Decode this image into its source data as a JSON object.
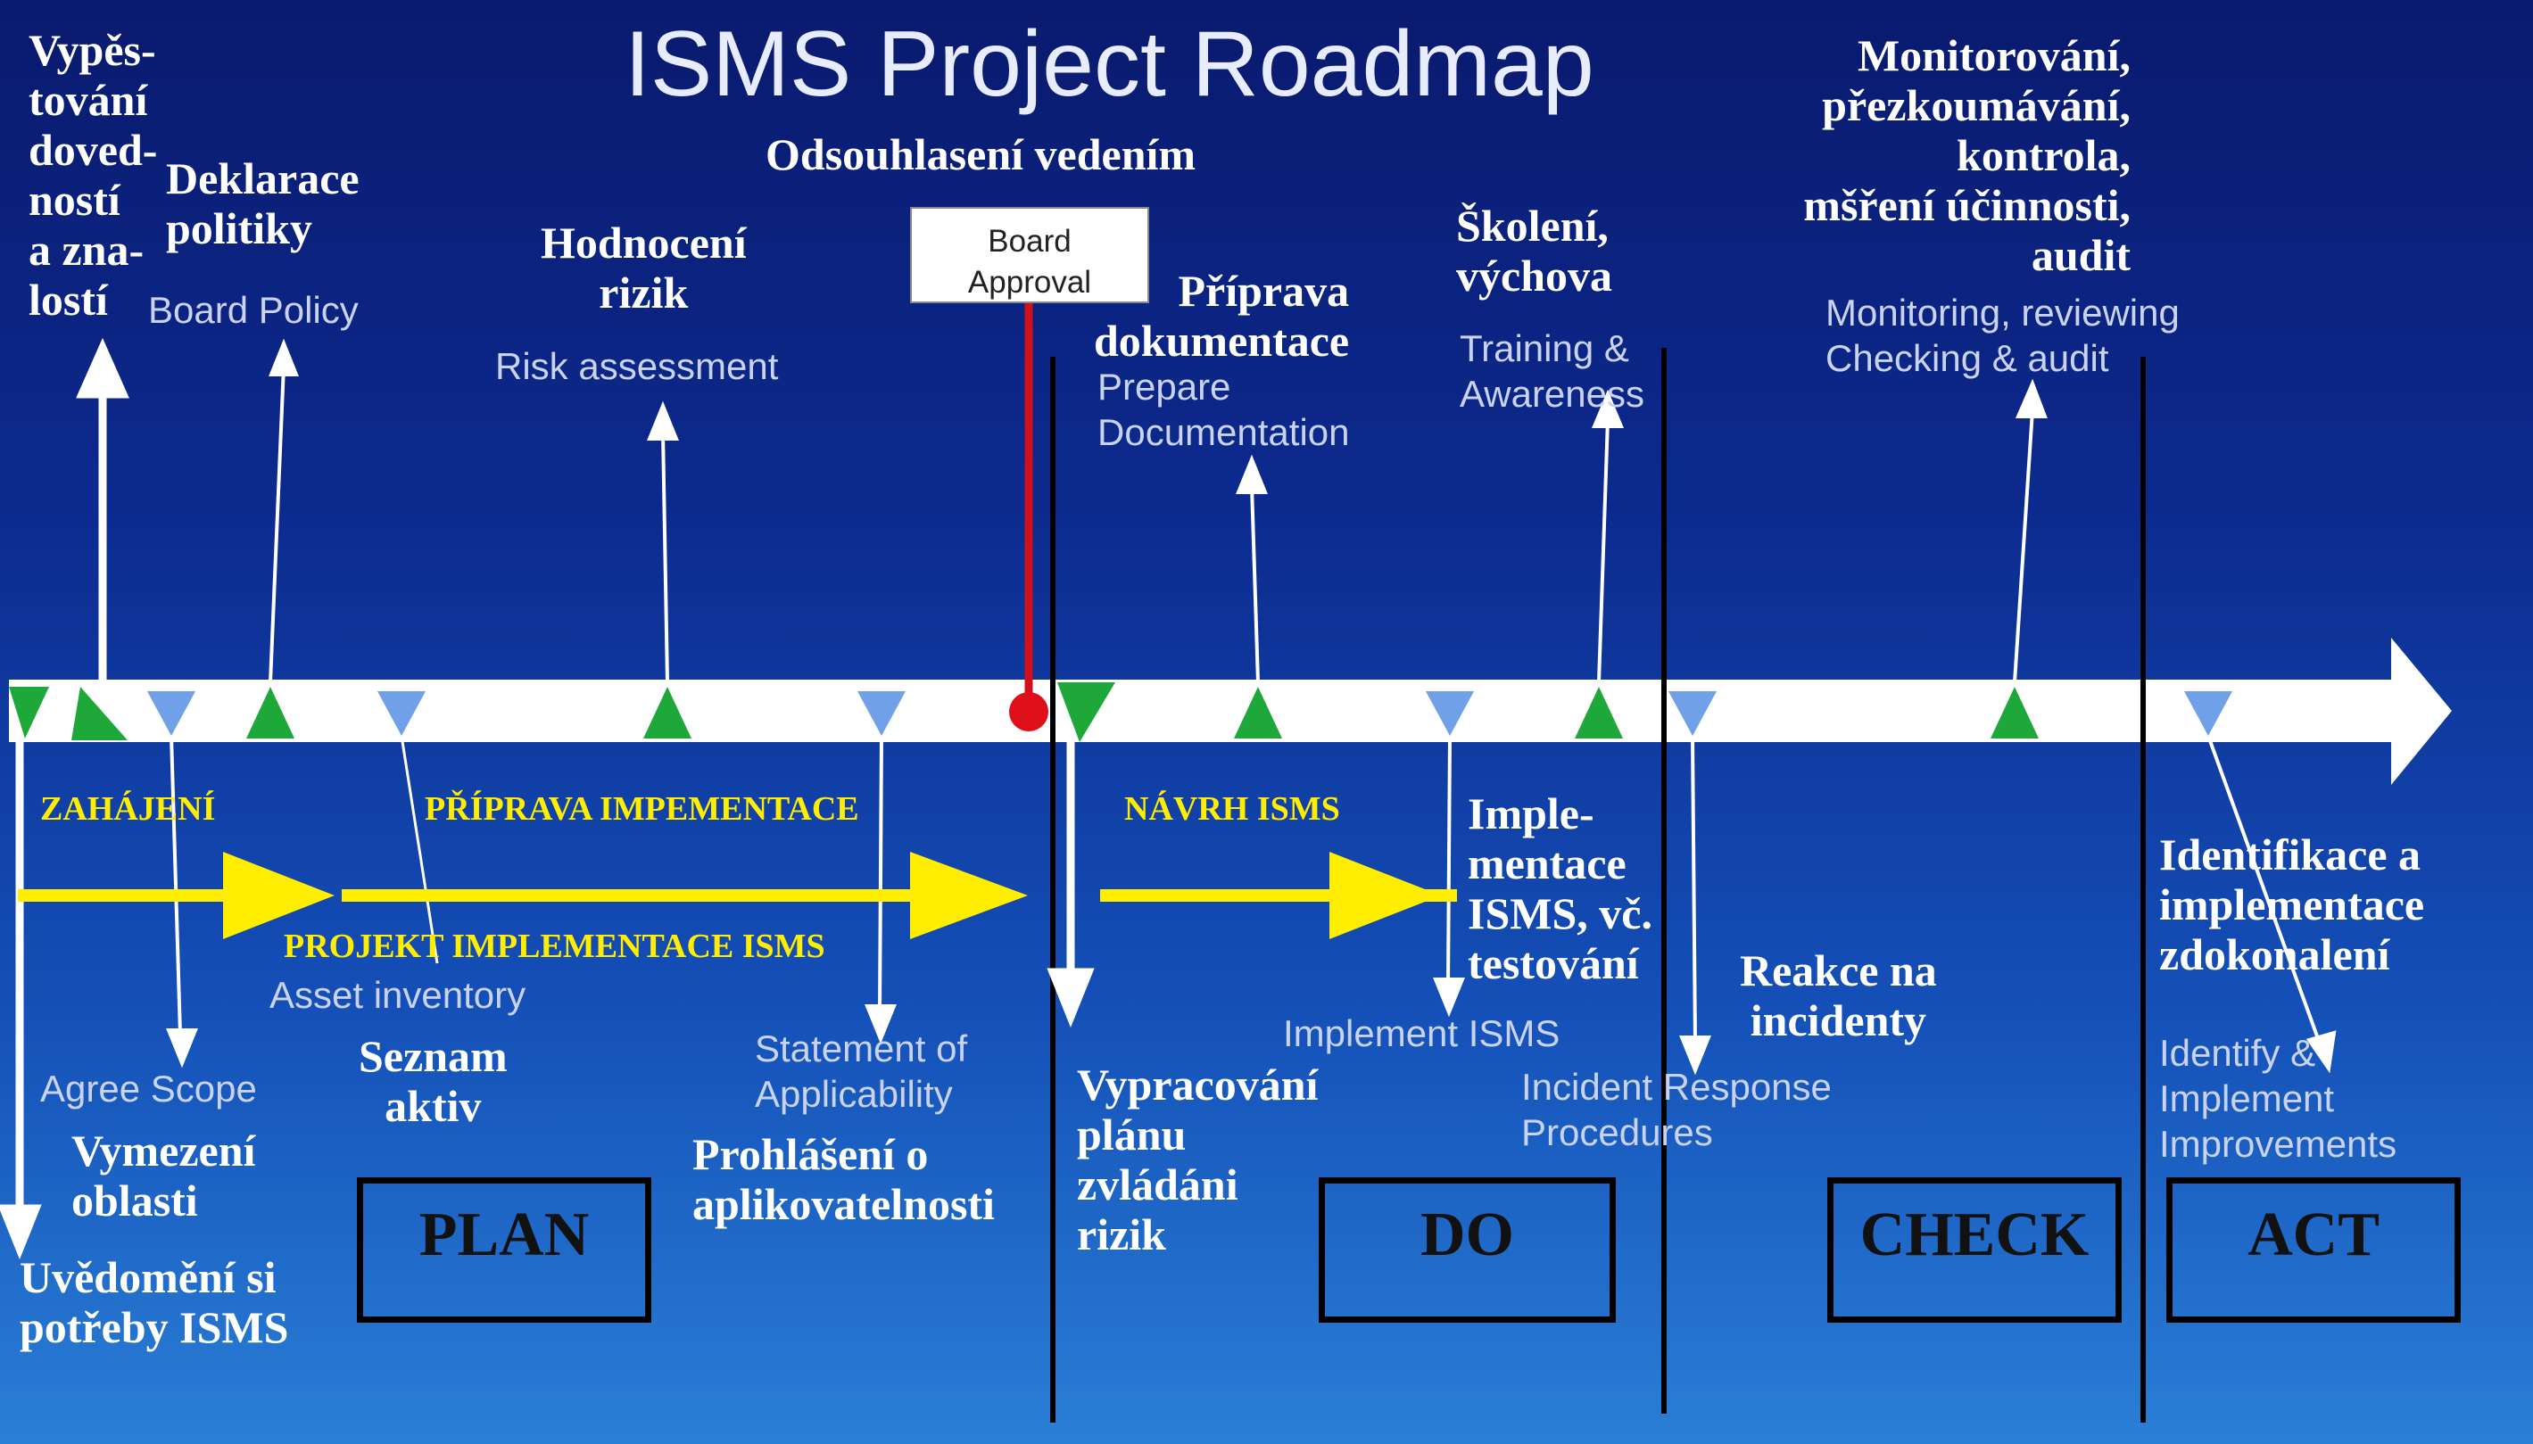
{
  "title": "ISMS Project Roadmap",
  "czech_labels": {
    "vypestovani": "Vypěs-\ntování\ndoved-\nností\na zna-\nlostí",
    "deklarace": "Deklarace\npolitiky",
    "hodnoceni": "Hodnocení\nrizik",
    "odsouhlaseni": "Odsouhlasení vedením",
    "priprava_dok": "Příprava\ndokumentace",
    "skoleni": "Školení,\nvýchova",
    "monitorovani": "Monitorování,\npřezkoumávání,\nkontrola,\nmšření účinnosti,\naudit",
    "implementace": "Imple-\nmentace\nISMS, vč.\ntestování",
    "reakce": "Reakce na\nincidenty",
    "identifikace": "Identifikace a\nimplementace\nzdokonalení",
    "seznam": "Seznam\naktiv",
    "vymezeni": "Vymezení\noblasti",
    "uvedomeni": "Uvědomění si\npotřeby ISMS",
    "prohlaseni": "Prohlášení o\naplikovatelnosti",
    "vypracovani": "Vypracování\nplánu\nzvládáni\nrizik"
  },
  "english_labels": {
    "board_policy": "Board Policy",
    "risk_assessment": "Risk assessment",
    "board_approval": "Board\nApproval",
    "prepare_doc": "Prepare\nDocumentation",
    "training": "Training &\nAwareness",
    "monitoring": "Monitoring, reviewing\nChecking & audit",
    "asset_inventory": "Asset inventory",
    "agree_scope": "Agree Scope",
    "statement": "Statement of\nApplicability",
    "implement_isms": "Implement ISMS",
    "incident_response": "Incident Response\nProcedures",
    "identify": "Identify &\nImplement\nImprovements"
  },
  "phase_labels": {
    "zahajeni": "ZAHÁJENÍ",
    "priprava": "PŘÍPRAVA IMPEMENTACE",
    "navrh": "NÁVRH ISMS",
    "projekt": "PROJEKT IMPLEMENTACE ISMS"
  },
  "pdca": {
    "plan": "PLAN",
    "do": "DO",
    "check": "CHECK",
    "act": "ACT"
  },
  "colors": {
    "green_marker": "#1fa83a",
    "blue_marker": "#6fa0e8",
    "red_marker": "#e0101a",
    "yellow_arrow": "#ffee00",
    "timeline": "#ffffff"
  }
}
